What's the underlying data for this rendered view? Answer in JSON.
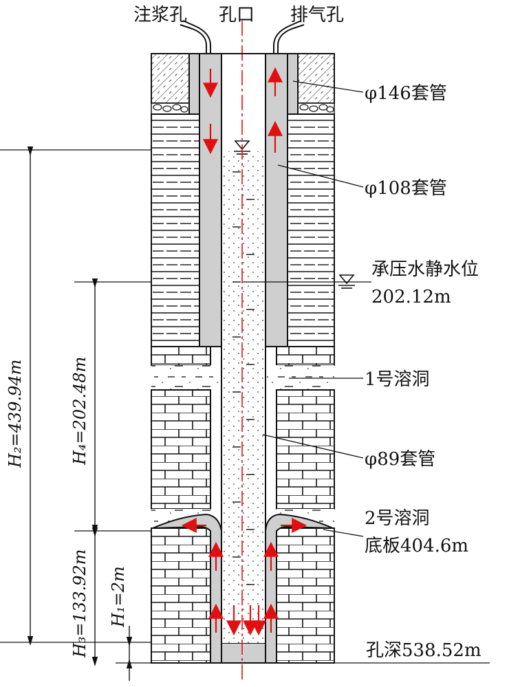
{
  "labels": {
    "grout_hole": "注浆孔",
    "hole_mouth": "孔口",
    "vent_hole": "排气孔",
    "casing_146": "φ146套管",
    "casing_108": "φ108套管",
    "water_level_title": "承压水静水位",
    "water_level_value": "202.12m",
    "cave_1": "1号溶洞",
    "casing_89": "φ89套管",
    "cave_2": "2号溶洞",
    "cave_2_floor": "底板404.6m",
    "hole_depth": "孔深538.52m"
  },
  "dimensions": {
    "h2": "H₂=439.94m",
    "h4": "H₄=202.48m",
    "h3": "H₃=133.92m",
    "h1": "H₁=2m"
  },
  "colors": {
    "arrow": "#e01010",
    "centerline": "#e01010",
    "grout": "#cfcfcf",
    "line": "#111111"
  }
}
